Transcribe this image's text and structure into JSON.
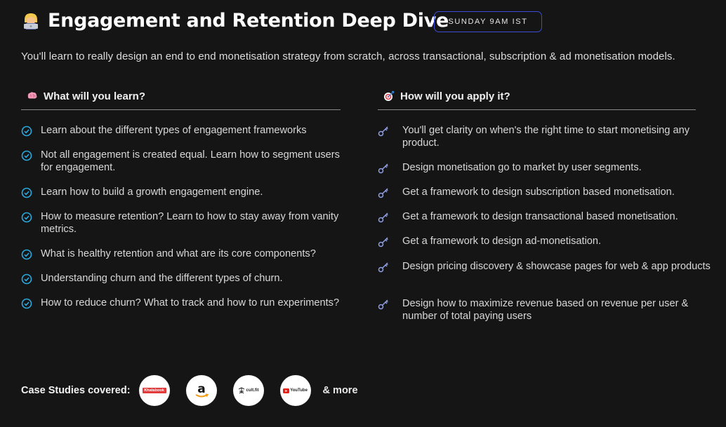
{
  "header": {
    "title": "Engagement and Retention Deep Dive",
    "badge": "SUNDAY 9AM IST",
    "subtitle": "You'll learn to really design an end to end monetisation strategy from scratch, across transactional, subscription & ad monetisation models."
  },
  "left_column": {
    "heading": "What will you learn?",
    "items": [
      "Learn about the different types of engagement frameworks",
      "Not all engagement is created equal. Learn how to segment users for engagement.",
      "Learn how to build a growth engagement engine.",
      "How to measure retention? Learn to how to stay away from vanity metrics.",
      "What is healthy retention and what are its core components?",
      "Understanding churn and the different types of churn.",
      "How to reduce churn? What to track and how to run experiments?"
    ]
  },
  "right_column": {
    "heading": "How will you apply it?",
    "items": [
      "You'll get clarity on when's the right time to start monetising any product.",
      "Design monetisation go to market by user segments.",
      "Get a framework to design subscription based monetisation.",
      "Get a framework to design transactional based monetisation.",
      "Get a framework to design ad-monetisation.",
      "Design pricing discovery & showcase pages for web & app products",
      "Design how to maximize revenue based on revenue per user & number of total paying users"
    ]
  },
  "footer": {
    "label": "Case Studies covered:",
    "logos": [
      "Khatabook",
      "amazon",
      "cult.fit",
      "YouTube"
    ],
    "more": "& more"
  },
  "colors": {
    "background": "#151515",
    "badge_border": "#3b4bd6",
    "check_icon": "#29a9e0",
    "key_icon": "#8f9fe8"
  }
}
